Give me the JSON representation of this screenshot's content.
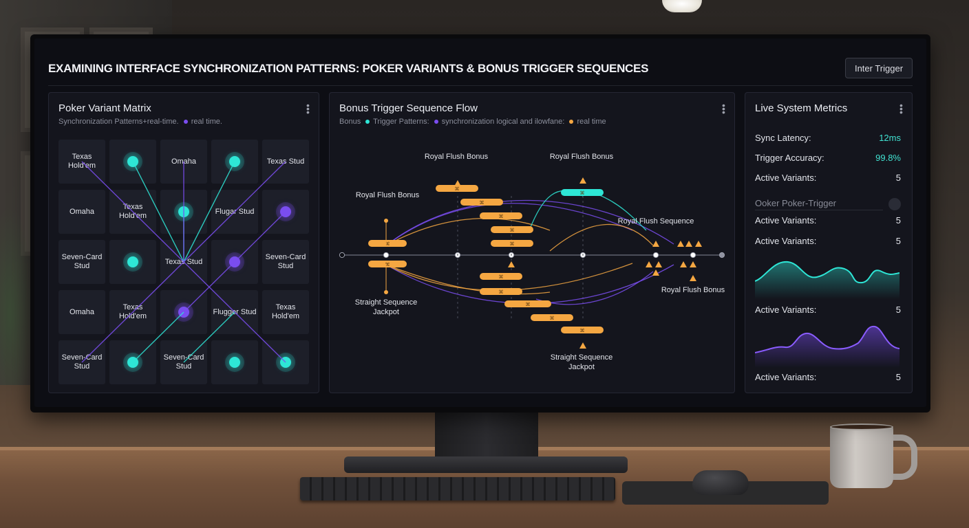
{
  "window": {
    "title": "EXAMINING INTERFACE SYNCHRONIZATION PATTERNS: POKER VARIANTS & BONUS TRIGGER SEQUENCES",
    "header_button": "Inter Trigger"
  },
  "matrix_panel": {
    "title": "Poker Variant Matrix",
    "legend_text": "Synchronization Patterns+real-time.",
    "legend_suffix": "real time.",
    "cells": [
      "Texas Hold'em",
      "",
      "Omaha",
      "",
      "Texas Stud",
      "Omaha",
      "Texas Hold'em",
      "",
      "Flugar Stud",
      "",
      "Seven-Card Stud",
      "",
      "Texas Stud",
      "",
      "Seven-Card Stud",
      "Omaha",
      "Texas Hold'em",
      "",
      "Flugger Stud",
      "Texas Hold'em",
      "Seven-Card Stud",
      "",
      "Seven-Card Stud",
      "",
      ""
    ],
    "nodes": [
      "",
      "teal",
      "",
      "teal",
      "",
      "",
      "",
      "teal",
      "",
      "purple",
      "",
      "teal",
      "",
      "purple",
      "",
      "",
      "",
      "purple",
      "",
      "",
      "",
      "teal",
      "",
      "teal",
      "teal"
    ]
  },
  "flow_panel": {
    "title": "Bonus Trigger Sequence Flow",
    "legend_a": "Bonus",
    "legend_b": "Trigger Patterns:",
    "legend_c": "synchronization logical and ilowfane:",
    "legend_d": "real time",
    "labels": {
      "royal_left": "Royal Flush Bonus",
      "royal_top1": "Royal Flush Bonus",
      "royal_top2": "Royal Flush Bonus",
      "royal_seq": "Royal Flush Sequence",
      "royal_right": "Royal Flush Bonus",
      "straight_left": "Straight Sequence Jackpot",
      "straight_bottom": "Straight Sequence Jackpot"
    }
  },
  "metrics_panel": {
    "title": "Live System Metrics",
    "sync_latency_label": "Sync Latency:",
    "sync_latency_value": "12ms",
    "trigger_accuracy_label": "Trigger Accuracy:",
    "trigger_accuracy_value": "99.8%",
    "active_variants_label": "Active Variants:",
    "active_variants_value": "5",
    "search_placeholder": "Ooker Poker-Trigger"
  },
  "colors": {
    "teal": "#2ee6d6",
    "purple": "#7a4df0",
    "orange": "#f5a742"
  }
}
